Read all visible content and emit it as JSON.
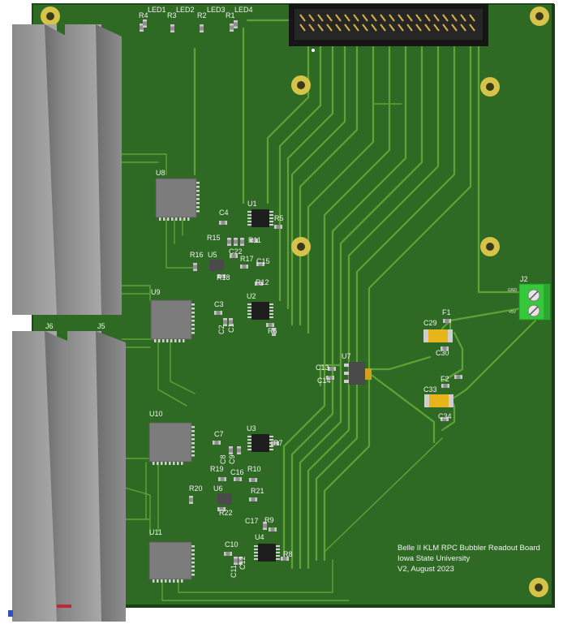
{
  "board": {
    "note_lines": [
      "Belle II KLM RPC Bubbler Readout Board",
      "Iowa State University",
      "V2, August 2023"
    ],
    "colors": {
      "pcb": "#2f6a24",
      "pcb_edge": "#1f4a18",
      "trace": "#5fa336",
      "silkscreen": "#f2f2f2",
      "mount_hole": "#d6c44a",
      "terminal_block": "#35c93a",
      "tantalum_cap": "#e8b41c"
    }
  },
  "connectors": {
    "J2": {
      "label": "J2",
      "pin_labels": [
        "GND",
        "+5V"
      ]
    },
    "J5": {
      "label": "J5"
    },
    "J6": {
      "label": "J6"
    }
  },
  "components": {
    "ics": [
      {
        "ref": "U1"
      },
      {
        "ref": "U2"
      },
      {
        "ref": "U3"
      },
      {
        "ref": "U4"
      },
      {
        "ref": "U5"
      },
      {
        "ref": "U6"
      },
      {
        "ref": "U7"
      },
      {
        "ref": "U8"
      },
      {
        "ref": "U9"
      },
      {
        "ref": "U10"
      },
      {
        "ref": "U11"
      }
    ],
    "leds": [
      "LED1",
      "LED2",
      "LED3",
      "LED4"
    ],
    "resistors": [
      "R1",
      "R2",
      "R3",
      "R4",
      "R5",
      "R6",
      "R7",
      "R8",
      "R9",
      "R10",
      "R11",
      "R12",
      "R15",
      "R16",
      "R17",
      "R18",
      "R19",
      "R20",
      "R21",
      "R22"
    ],
    "capacitors": [
      "C1",
      "C2",
      "C3",
      "C4",
      "C7",
      "C8",
      "C9",
      "C10",
      "C11",
      "C12",
      "C13",
      "C14",
      "C15",
      "C16",
      "C17",
      "C22",
      "C29",
      "C30",
      "C33",
      "C34"
    ],
    "fuses": [
      "F1",
      "F2"
    ]
  }
}
